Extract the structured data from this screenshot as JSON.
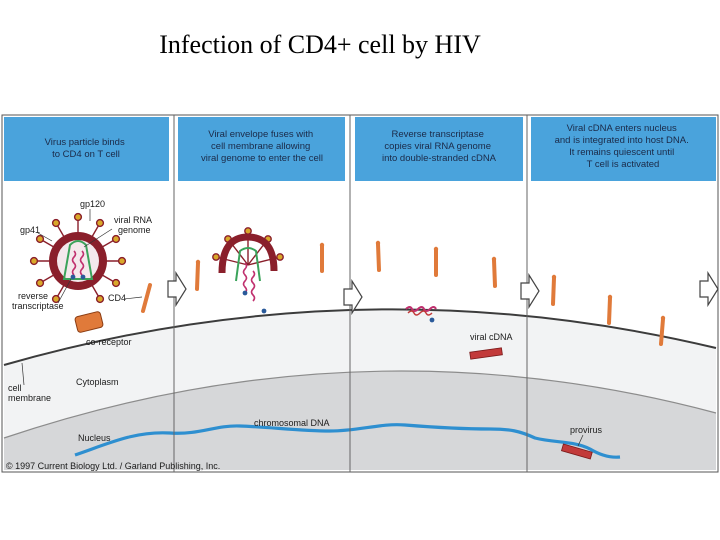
{
  "title": "Infection of CD4+ cell by HIV",
  "panels": [
    {
      "caption": [
        "Virus particle binds",
        "to CD4 on T cell"
      ]
    },
    {
      "caption": [
        "Viral envelope fuses with",
        "cell membrane allowing",
        "viral genome to enter the cell"
      ]
    },
    {
      "caption": [
        "Reverse transcriptase",
        "copies viral RNA genome",
        "into double-stranded cDNA"
      ]
    },
    {
      "caption": [
        "Viral cDNA enters nucleus",
        "and is integrated into host DNA.",
        "It remains quiescent until",
        "T cell is activated"
      ]
    }
  ],
  "labels": {
    "gp120": "gp120",
    "viral_rna": [
      "viral RNA",
      "genome"
    ],
    "gp41": "gp41",
    "reverse_transcriptase": [
      "reverse",
      "transcriptase"
    ],
    "cd4": "CD4",
    "coreceptor": "co-receptor",
    "cell_membrane": [
      "cell",
      "membrane"
    ],
    "cytoplasm": "Cytoplasm",
    "nucleus": "Nucleus",
    "chromosomal_dna": "chromosomal DNA",
    "viral_cdna": "viral cDNA",
    "provirus": "provirus"
  },
  "copyright": "© 1997 Current Biology Ltd. / Garland Publishing, Inc.",
  "colors": {
    "caption_bg": "#4aa3dc",
    "cytoplasm": "#f2f3f4",
    "nucleus": "#d6d7d9",
    "membrane": "#3c3c3c",
    "dna": "#2e8fd0",
    "virus_envelope": "#8a1f2b",
    "spike": "#d9a82a",
    "cd4": "#e07a3a",
    "rna": "#c0306e",
    "cdna": "#c23a3a"
  }
}
